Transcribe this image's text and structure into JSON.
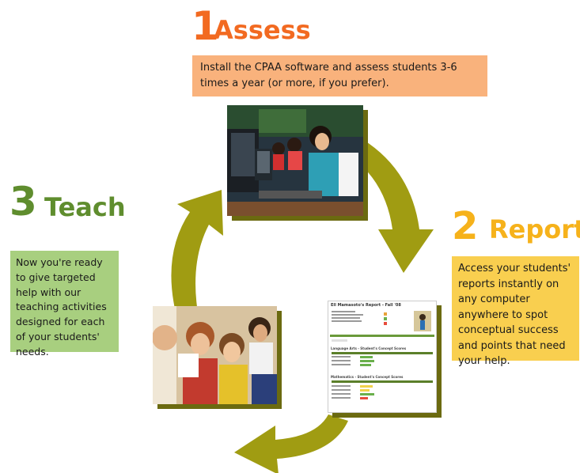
{
  "steps": {
    "assess": {
      "number": "1",
      "word": "Assess",
      "description": "Install the CPAA software and assess students 3-6 times a year (or more, if you prefer).",
      "color": "#f26a21",
      "box_color": "#f9b27c"
    },
    "report": {
      "number": "2",
      "word": "Report",
      "description": "Access your students' reports instantly on any computer anywhere to spot conceptual success and points that need your help.",
      "color": "#f6b21b",
      "box_color": "#f9cf4f"
    },
    "teach": {
      "number": "3",
      "word": "Teach",
      "description": "Now you're ready to give targeted help with our teaching activities designed for each of your students' needs.",
      "color": "#5f8d2e",
      "box_color": "#a8cf7f"
    }
  },
  "report_screenshot": {
    "title": "Ell Mamasoto's Report - Fall '08",
    "section_language": "Language Arts - Student's Concept Scores",
    "section_math": "Mathematics - Student's Concept Scores"
  },
  "arrow_color": "#9b9a14"
}
